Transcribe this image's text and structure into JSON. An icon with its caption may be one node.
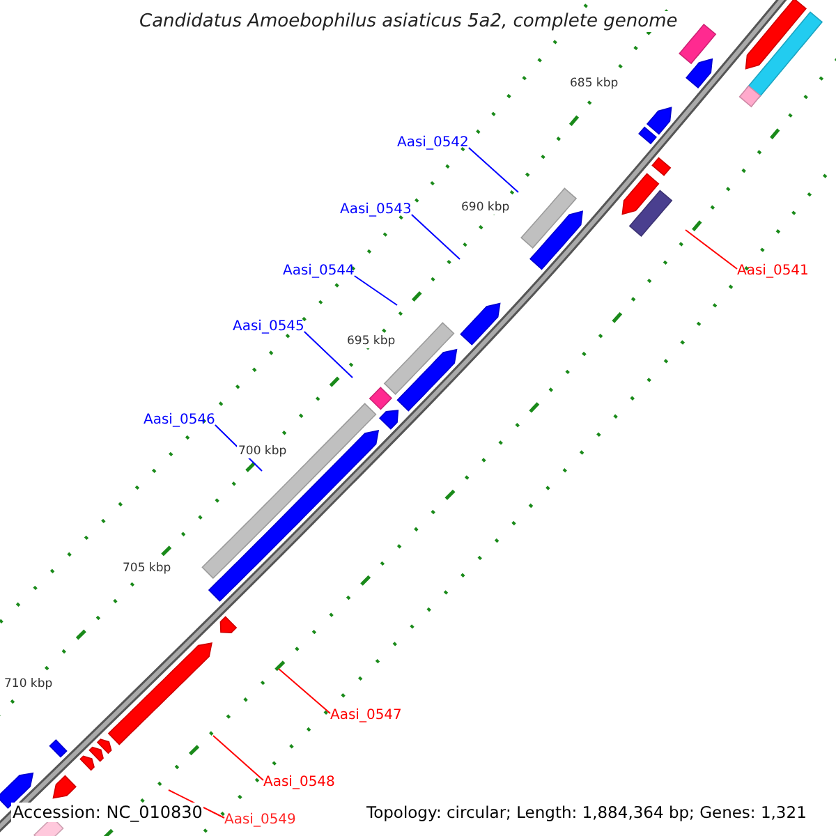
{
  "diagram": {
    "title": "Candidatus Amoebophilus asiaticus 5a2, complete genome",
    "nodes": [
      {
        "text": [
          "Aasi_0542"
        ]
      },
      {
        "text": [
          "Aasi_0543"
        ]
      },
      {
        "text": [
          "Aasi_0544"
        ]
      },
      {
        "text": [
          "Aasi_0545"
        ]
      },
      {
        "text": [
          "Aasi_0546"
        ]
      },
      {
        "text": [
          "Aasi_0541"
        ]
      },
      {
        "text": [
          "Aasi_0547"
        ]
      },
      {
        "text": [
          "Aasi_0548"
        ]
      },
      {
        "text": [
          "Aasi_0549"
        ]
      }
    ],
    "edges": [
      {
        "from": 0,
        "to": null,
        "arrow": "none",
        "color": "#0000ff"
      },
      {
        "from": 1,
        "to": null,
        "arrow": "none",
        "color": "#0000ff"
      },
      {
        "from": 2,
        "to": null,
        "arrow": "none",
        "color": "#0000ff"
      },
      {
        "from": 3,
        "to": null,
        "arrow": "none",
        "color": "#0000ff"
      },
      {
        "from": 4,
        "to": null,
        "arrow": "none",
        "color": "#0000ff"
      },
      {
        "from": 5,
        "to": null,
        "arrow": "none",
        "color": "#ff0000"
      },
      {
        "from": 6,
        "to": null,
        "arrow": "none",
        "color": "#ff0000"
      },
      {
        "from": 7,
        "to": null,
        "arrow": "none",
        "color": "#ff0000"
      },
      {
        "from": 8,
        "to": null,
        "arrow": "none",
        "color": "#ff0000"
      }
    ],
    "labels": [
      "685 kbp",
      "690 kbp",
      "695 kbp",
      "700 kbp",
      "705 kbp",
      "710 kbp",
      "Accession: NC_010830",
      "Topology: circular; Length: 1,884,364 bp; Genes: 1,321"
    ]
  }
}
